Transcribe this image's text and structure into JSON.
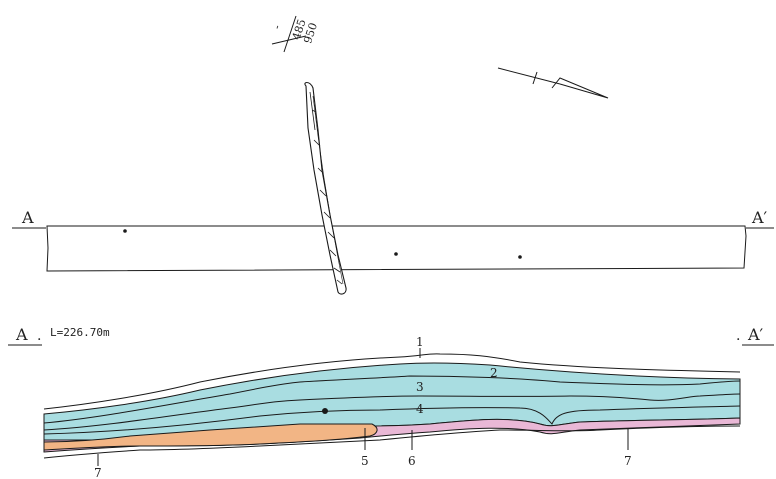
{
  "colors": {
    "line": "#1a1a1a",
    "cyan_fill": "#a9dde1",
    "pink_fill": "#e9b8d6",
    "orange_fill": "#f2b585"
  },
  "plan": {
    "section_left": "A",
    "section_right": "A′",
    "north_arrow": "north-arrow-icon",
    "elevation_top": "950",
    "elevation_bottom": "485",
    "elevation_dash": "-"
  },
  "profile": {
    "section_left": "A",
    "section_right": "A′",
    "length_label": "L=226.70m",
    "layer_labels": [
      "1",
      "2",
      "3",
      "4",
      "5",
      "6",
      "7",
      "7"
    ]
  }
}
